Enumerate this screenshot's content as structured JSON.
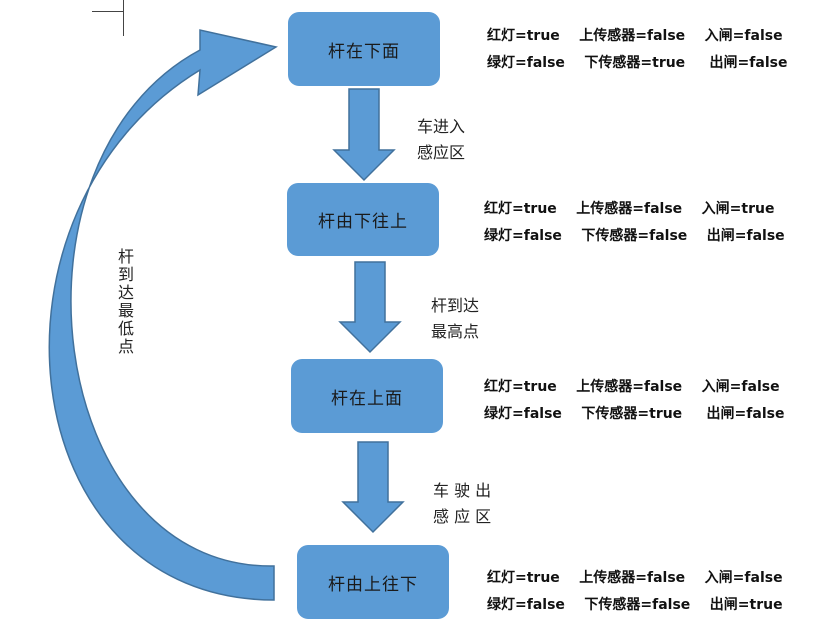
{
  "states": [
    {
      "label": "杆在下面",
      "status_line_1": "红灯=true    上传感器=false    入闸=false",
      "status_line_2": "绿灯=false    下传感器=true     出闸=false"
    },
    {
      "label": "杆由下往上",
      "status_line_1": "红灯=true    上传感器=false    入闸=true",
      "status_line_2": "绿灯=false    下传感器=false    出闸=false"
    },
    {
      "label": "杆在上面",
      "status_line_1": "红灯=true    上传感器=false    入闸=false",
      "status_line_2": "绿灯=false    下传感器=true     出闸=false"
    },
    {
      "label": "杆由上往下",
      "status_line_1": "红灯=true    上传感器=false    入闸=false",
      "status_line_2": "绿灯=false    下传感器=false    出闸=true"
    }
  ],
  "transitions": [
    {
      "line_1": "车进入",
      "line_2": "感应区"
    },
    {
      "line_1": "杆到达",
      "line_2": "最高点"
    },
    {
      "line_1": "车 驶 出",
      "line_2": "感 应 区"
    }
  ],
  "loop_label": "杆到达最低点",
  "colors": {
    "box_fill": "#5b9bd5",
    "arrow_fill": "#5b9bd5",
    "arrow_stroke": "#41719c"
  }
}
